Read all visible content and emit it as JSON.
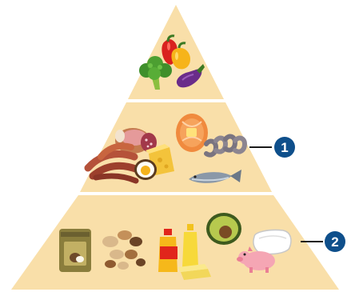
{
  "diagram": {
    "type": "food-pyramid",
    "tiers": [
      {
        "level": "top",
        "items": [
          "red-pepper-icon",
          "yellow-pepper-icon",
          "broccoli-icon",
          "eggplant-icon"
        ]
      },
      {
        "level": "middle",
        "items": [
          "ham-icon",
          "sausage-icon",
          "cheese-icon",
          "egg-icon",
          "salmon-steak-icon",
          "shrimp-icon",
          "fish-icon"
        ]
      },
      {
        "level": "bottom",
        "items": [
          "coconut-oil-jar-icon",
          "nuts-icon",
          "oil-bottle-icon",
          "avocado-icon",
          "butter-icon",
          "lard-icon",
          "pig-icon"
        ]
      }
    ],
    "markers": [
      {
        "label": "1",
        "tier": "middle"
      },
      {
        "label": "2",
        "tier": "bottom"
      }
    ],
    "colors": {
      "pyramid_fill": "#f9dfa9",
      "tier_divider": "#ffffff",
      "marker_fill": "#0e4f8b",
      "marker_text": "#ffffff",
      "leader_line": "#1a1a1a"
    }
  }
}
